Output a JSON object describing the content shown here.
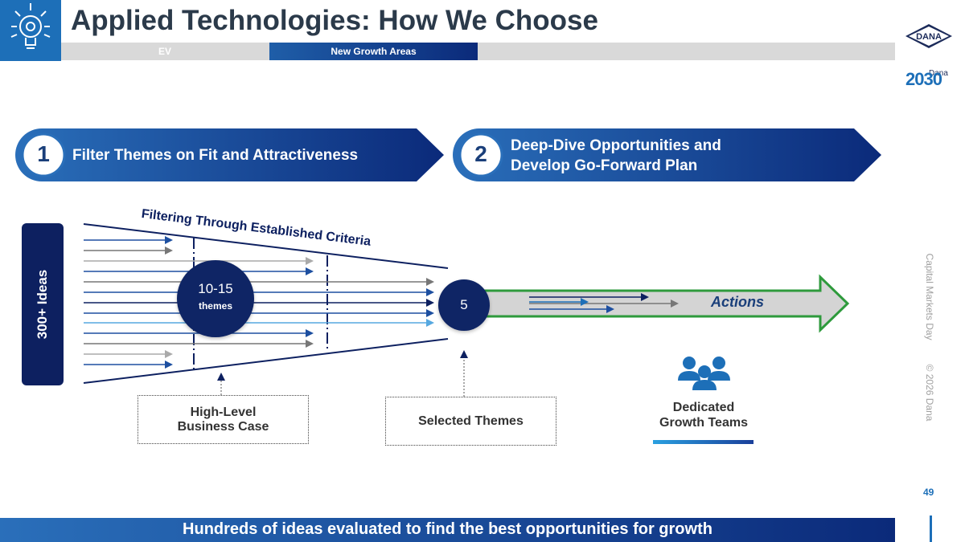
{
  "header": {
    "title": "Applied Technologies: How We Choose",
    "tabs": [
      {
        "label": "EV",
        "active": false
      },
      {
        "label": "New Growth Areas",
        "active": true
      }
    ],
    "logo_icon": "lightbulb-gear-icon",
    "brand_logo": "DANA",
    "brand_badge": {
      "prefix": "Dana",
      "year": "2030"
    }
  },
  "steps": [
    {
      "number": "1",
      "label": "Filter Themes on Fit and Attractiveness"
    },
    {
      "number": "2",
      "label_line1": "Deep-Dive Opportunities and",
      "label_line2": "Develop Go-Forward Plan"
    }
  ],
  "funnel": {
    "ideas_label": "300+ Ideas",
    "criteria_label": "Filtering Through Established Criteria",
    "themes_value": "10-15",
    "themes_unit": "themes",
    "selected_value": "5",
    "actions_label": "Actions"
  },
  "callouts": {
    "business_case_line1": "High-Level",
    "business_case_line2": "Business Case",
    "selected_themes": "Selected Themes",
    "teams_line1": "Dedicated",
    "teams_line2": "Growth Teams",
    "teams_icon": "people-group-icon"
  },
  "footer": {
    "side_text": "Capital Markets Day         © 2026 Dana",
    "page_number": "49",
    "banner": "Hundreds of ideas evaluated to find the best opportunities for growth"
  },
  "colors": {
    "primary_blue": "#1d6fb8",
    "navy": "#0d2060",
    "green": "#2e9a3c",
    "title_gray": "#2b3a4a"
  }
}
